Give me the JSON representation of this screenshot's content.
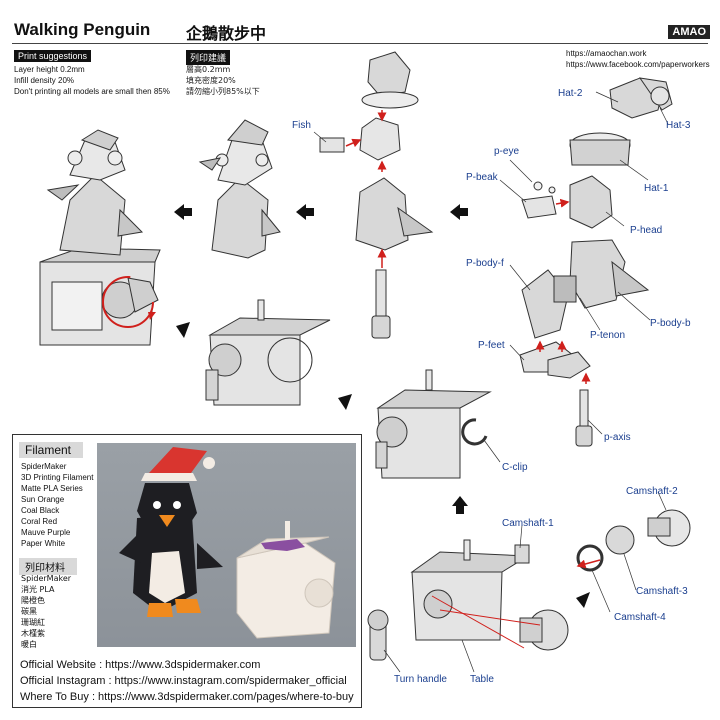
{
  "header": {
    "title_en": "Walking Penguin",
    "title_zh": "企鵝散步中",
    "brand": "AMAO"
  },
  "print_suggestions": {
    "heading": "Print suggestions",
    "lines": [
      "Layer height 0.2mm",
      "Infill density 20%",
      "Don't printing all models are small then 85%"
    ]
  },
  "print_suggestions_zh": {
    "heading": "列印建議",
    "lines": [
      "層高0.2mm",
      "填充密度20%",
      "請勿縮小列85%以下"
    ]
  },
  "links": [
    "https://amaochan.work",
    "https://www.facebook.com/paperworkers"
  ],
  "parts": {
    "hat_2": "Hat-2",
    "hat_3": "Hat-3",
    "hat_1": "Hat-1",
    "fish": "Fish",
    "p_eye": "p-eye",
    "p_beak": "P-beak",
    "p_head": "P-head",
    "p_body_f": "P-body-f",
    "p_tenon": "P-tenon",
    "p_body_b": "P-body-b",
    "p_feet": "P-feet",
    "p_axis": "p-axis",
    "c_clip": "C-clip",
    "camshaft_1": "Camshaft-1",
    "camshaft_2": "Camshaft-2",
    "camshaft_3": "Camshaft-3",
    "camshaft_4": "Camshaft-4",
    "turn_handle": "Turn handle",
    "table": "Table"
  },
  "filament": {
    "heading": "Filament",
    "lines": [
      "SpiderMaker",
      "3D Printing Filament",
      "Matte PLA Series",
      "Sun Orange",
      "Coal Black",
      "Coral Red",
      "Mauve Purple",
      "Paper White"
    ]
  },
  "materials_zh": {
    "heading": "列印材料",
    "lines": [
      "SpiderMaker",
      "消光 PLA",
      "陽橙色",
      "碳黑",
      "珊瑚紅",
      "木槿紫",
      "暖白"
    ]
  },
  "contact": [
    "Official Website : https://www.3dspidermaker.com",
    "Official Instagram : https://www.instagram.com/spidermaker_official",
    "Where To Buy : https://www.3dspidermaker.com/pages/where-to-buy"
  ],
  "colors": {
    "accent_red": "#d0201c",
    "label_blue": "#1b3f8f",
    "part_gray": "#d8d8d8",
    "outline": "#333333",
    "photo_bg": "#939aa1",
    "hat_red": "#d9352f",
    "beak_orange": "#f08a1e",
    "penguin_black": "#1e1e22",
    "fish_purple": "#8a4fa0",
    "base_white": "#f3ece4"
  },
  "icons": [
    "arrow-left-icon",
    "arrow-up-icon",
    "arrow-down-left-icon",
    "rotation-arrow-icon"
  ]
}
